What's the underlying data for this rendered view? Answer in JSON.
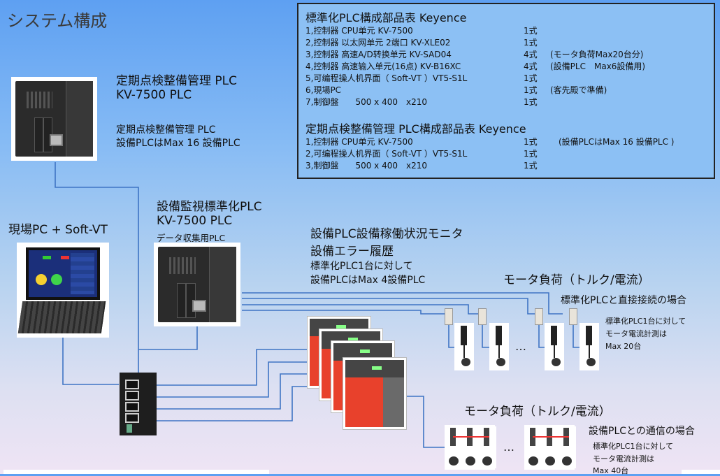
{
  "page_title": "システム構成",
  "parts_table": {
    "standard_plc": {
      "heading": "標準化PLC構成部品表 Keyence",
      "rows": [
        {
          "item": "1,控制器 CPU单元 KV-7500",
          "qty": "1式",
          "note": ""
        },
        {
          "item": "2,控制器 以太网单元 2端口      KV-XLE02",
          "qty": "1式",
          "note": ""
        },
        {
          "item": "3,控制器 高速A/D转换单元      KV-SAD04",
          "qty": "4式",
          "note": "(モータ負荷Max20台分)"
        },
        {
          "item": "4,控制器 高速输入单元(16点)   KV-B16XC",
          "qty": "4式",
          "note": "(設備PLC　Max6設備用)"
        },
        {
          "item": "5,可编程操人机界面（ Soft-VT ）VT5-S1L",
          "qty": "1式",
          "note": ""
        },
        {
          "item": "6,現場PC",
          "qty": "1式",
          "note": "(客先殿で準備)"
        },
        {
          "item": "7,制御盤　　500 x 400　x210",
          "qty": "1式",
          "note": ""
        }
      ]
    },
    "maintenance_plc": {
      "heading": "定期点検整備管理 PLC構成部品表 Keyence",
      "rows": [
        {
          "item": "1,控制器 CPU单元 KV-7500",
          "qty": "1式",
          "note": "　(設備PLCはMax 16 設備PLC )"
        },
        {
          "item": "2,可编程操人机界面（ Soft-VT ）VT5-S1L",
          "qty": "1式",
          "note": ""
        },
        {
          "item": "3,制御盤　　500 x 400　x210",
          "qty": "1式",
          "note": ""
        }
      ]
    }
  },
  "maintenance_plc": {
    "title_line1": "定期点検整備管理 PLC",
    "title_line2": "KV-7500 PLC",
    "desc_line1": "定期点検整備管理 PLC",
    "desc_line2": "設備PLCはMax 16 設備PLC"
  },
  "field_pc": {
    "label": "現場PC + Soft-VT"
  },
  "monitoring_plc": {
    "title_line1": "設備監視標準化PLC",
    "title_line2": "KV-7500 PLC",
    "subtitle": "データ収集用PLC"
  },
  "equipment_monitor": {
    "line1": "設備PLC設備稼働状況モニタ",
    "line2": "設備エラー履歴",
    "line3": "標準化PLC1台に対して",
    "line4": "設備PLCはMax 4設備PLC"
  },
  "motor_load_direct": {
    "title": "モータ負荷（トルク/電流）",
    "case": "標準化PLCと直接接続の場合",
    "note_line1": "標準化PLC1台に対して",
    "note_line2": "モータ電流計測は",
    "note_line3": "Max 20台",
    "ellipsis": "…"
  },
  "motor_load_comm": {
    "title": "モータ負荷（トルク/電流）",
    "case": "設備PLCとの通信の場合",
    "note_line1": "標準化PLC1台に対して",
    "note_line2": "モータ電流計測は",
    "note_line3": "Max 40台",
    "ellipsis": "…"
  },
  "colors": {
    "wire": "#3f74c4",
    "servo_red": "#e8412c",
    "parts_bg": "#8cc0f4"
  }
}
